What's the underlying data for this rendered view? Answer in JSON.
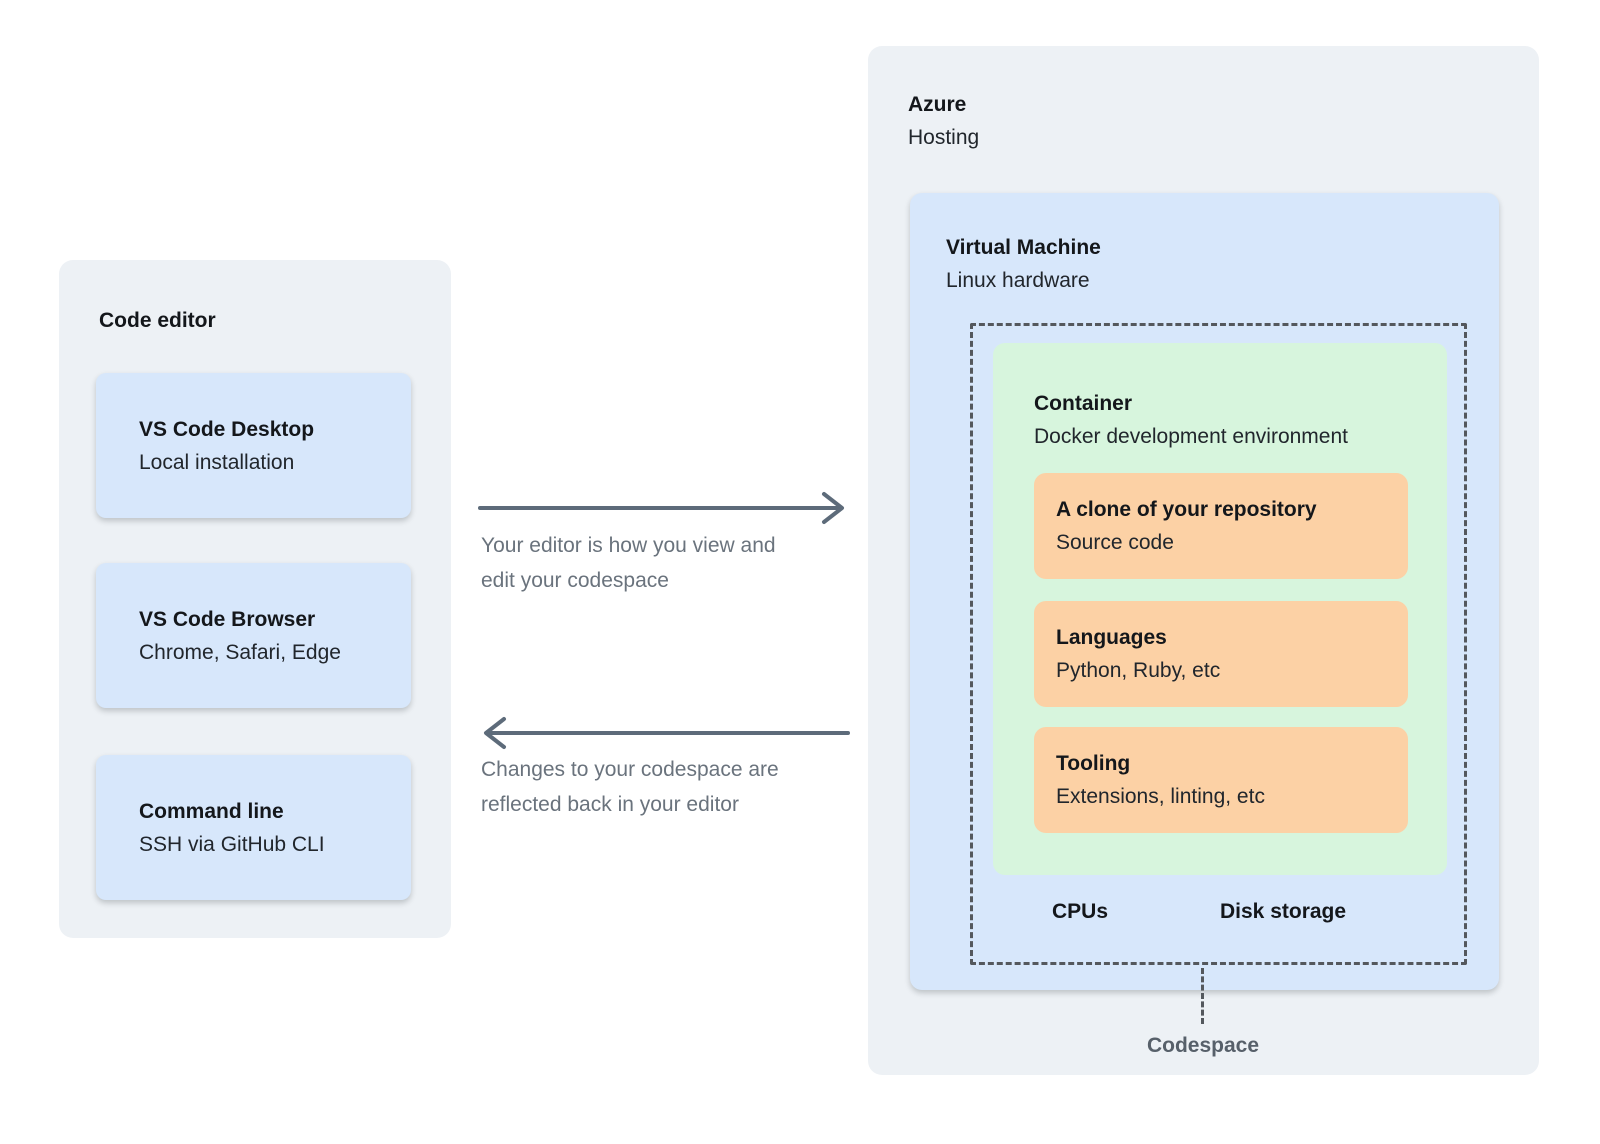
{
  "palette": {
    "panel_bg": "#edf1f5",
    "card_blue": "#d7e7fb",
    "container_green": "#d7f5dd",
    "card_orange": "#fcd1a5",
    "arrow": "#5d6b7a",
    "muted_text": "#6a737d",
    "dashed_border": "#54585d"
  },
  "editor_panel": {
    "title": "Code editor",
    "cards": [
      {
        "title": "VS Code Desktop",
        "subtitle": "Local installation"
      },
      {
        "title": "VS Code Browser",
        "subtitle": "Chrome, Safari, Edge"
      },
      {
        "title": "Command line",
        "subtitle": "SSH via GitHub CLI"
      }
    ]
  },
  "flow": {
    "editor_to_codespace": "Your editor is how you view and edit your codespace",
    "codespace_to_editor": "Changes to your codespace are reflected back in your editor"
  },
  "azure": {
    "title": "Azure",
    "subtitle": "Hosting",
    "virtual_machine": {
      "title": "Virtual Machine",
      "subtitle": "Linux hardware",
      "container": {
        "title": "Container",
        "subtitle": "Docker development environment",
        "cards": [
          {
            "title": "A clone of your repository",
            "subtitle": "Source code"
          },
          {
            "title": "Languages",
            "subtitle": "Python, Ruby, etc"
          },
          {
            "title": "Tooling",
            "subtitle": "Extensions, linting, etc"
          }
        ]
      },
      "resources": {
        "cpu": "CPUs",
        "disk": "Disk storage"
      }
    },
    "boundary_label": "Codespace"
  }
}
